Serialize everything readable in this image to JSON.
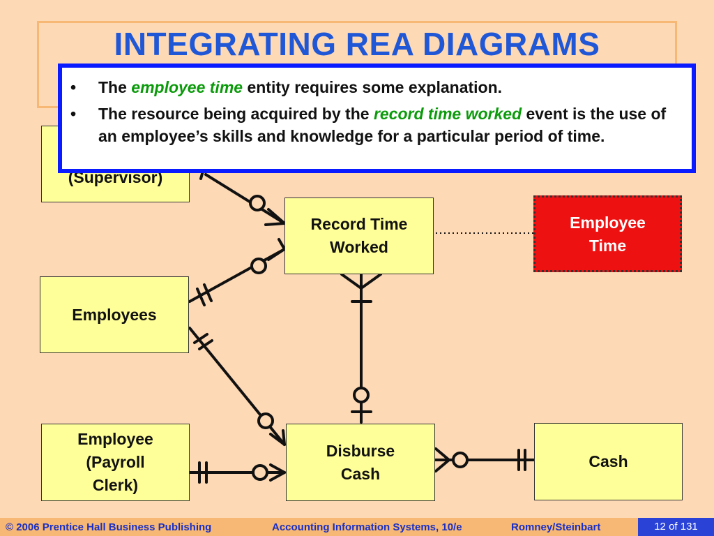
{
  "slide": {
    "title": "INTEGRATING REA DIAGRAMS"
  },
  "callout": {
    "bullet_char": "•",
    "bullets": [
      {
        "pre": "The ",
        "em": "employee time",
        "post": " entity requires some explanation."
      },
      {
        "pre": "The resource being acquired by the ",
        "em": "record time worked",
        "post": " event is the use of an employee’s skills and knowledge for a particular period of time."
      }
    ]
  },
  "entities": {
    "supervisor": "(Supervisor)",
    "record_time_worked": "Record Time Worked",
    "employee_time": "Employee Time",
    "employees": "Employees",
    "payroll_clerk": "Employee (Payroll Clerk)",
    "disburse_cash": "Disburse Cash",
    "cash": "Cash"
  },
  "colors": {
    "background": "#fdd9b5",
    "title": "#1f57d6",
    "entity_fill": "#ffff99",
    "highlight_entity": "#ee1111",
    "callout_border": "#0a1bff",
    "emphasis": "#0a9a0a"
  },
  "footer": {
    "copyright": "© 2006 Prentice Hall Business Publishing",
    "book": "Accounting Information Systems, 10/e",
    "authors": "Romney/Steinbart",
    "page": "12 of 131"
  }
}
